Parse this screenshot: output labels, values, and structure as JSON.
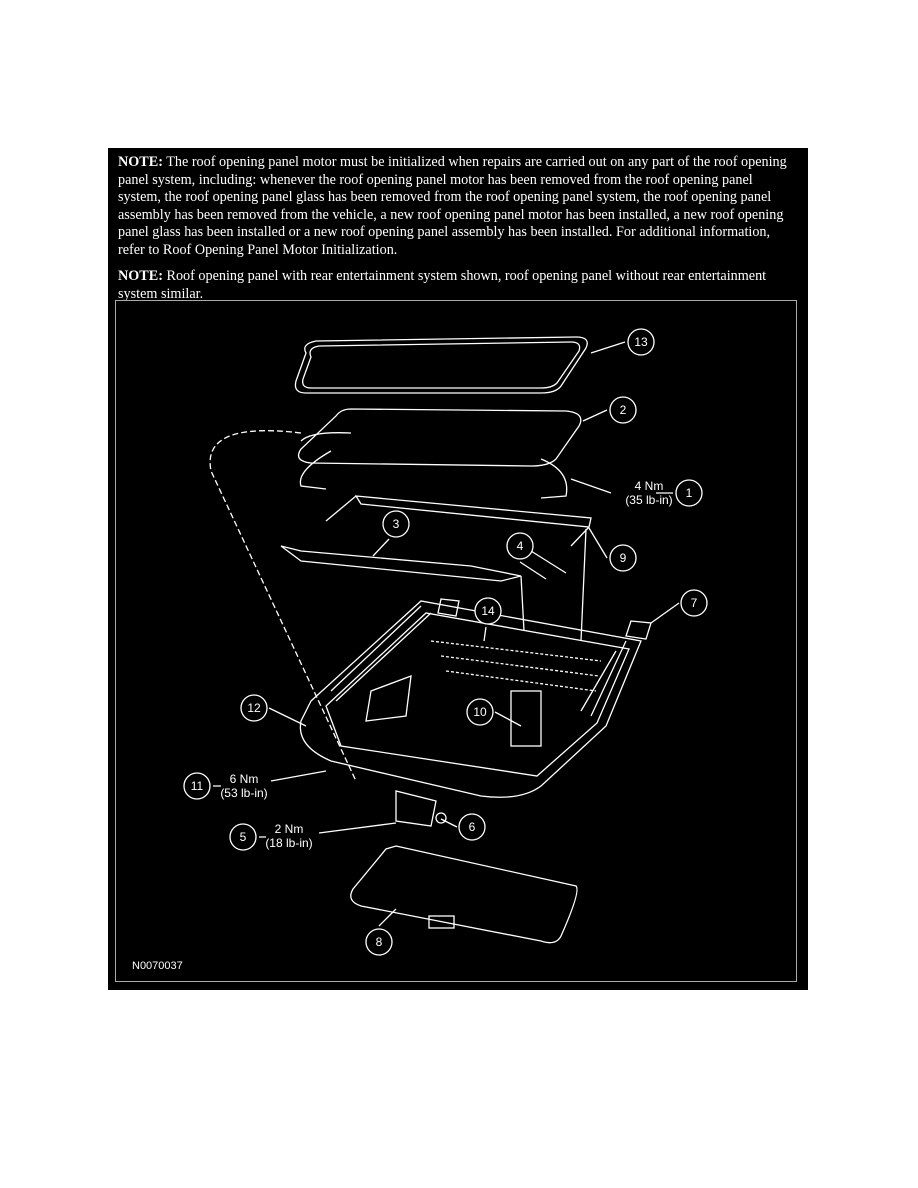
{
  "notes": [
    {
      "label": "NOTE:",
      "text": " The roof opening panel motor must be initialized when repairs are carried out on any part of the roof opening panel system, including: whenever the roof opening panel motor has been removed from the roof opening panel system, the roof opening  panel glass has been removed from the roof opening panel system, the roof opening panel assembly has been removed from the vehicle, a new roof opening panel motor has been installed, a new roof opening panel glass has been installed or a new roof  opening panel assembly has been installed. For additional information, refer to Roof Opening Panel Motor Initialization."
    },
    {
      "label": "NOTE:",
      "text": " Roof opening panel with rear entertainment system shown, roof opening panel without rear entertainment system similar."
    }
  ],
  "diagram": {
    "figure_id": "N0070037",
    "callouts": {
      "c1": "1",
      "c2": "2",
      "c3": "3",
      "c4": "4",
      "c5": "5",
      "c6": "6",
      "c7": "7",
      "c8": "8",
      "c9": "9",
      "c10": "10",
      "c11": "11",
      "c12": "12",
      "c13": "13",
      "c14": "14"
    },
    "torques": {
      "t1_nm": "4 Nm",
      "t1_lbin": "(35 lb-in)",
      "t11_nm": "6 Nm",
      "t11_lbin": "(53 lb-in)",
      "t5_nm": "2 Nm",
      "t5_lbin": "(18 lb-in)"
    }
  }
}
